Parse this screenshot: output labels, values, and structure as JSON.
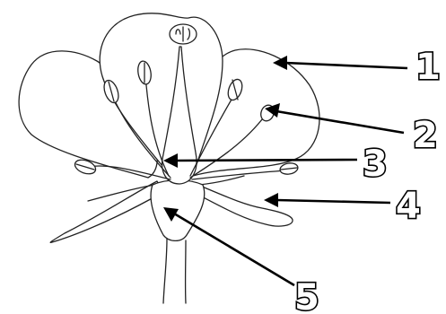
{
  "labels": [
    "1",
    "2",
    "3",
    "4",
    "5"
  ],
  "colors": {
    "ink": "#000000",
    "background": "#ffffff"
  }
}
